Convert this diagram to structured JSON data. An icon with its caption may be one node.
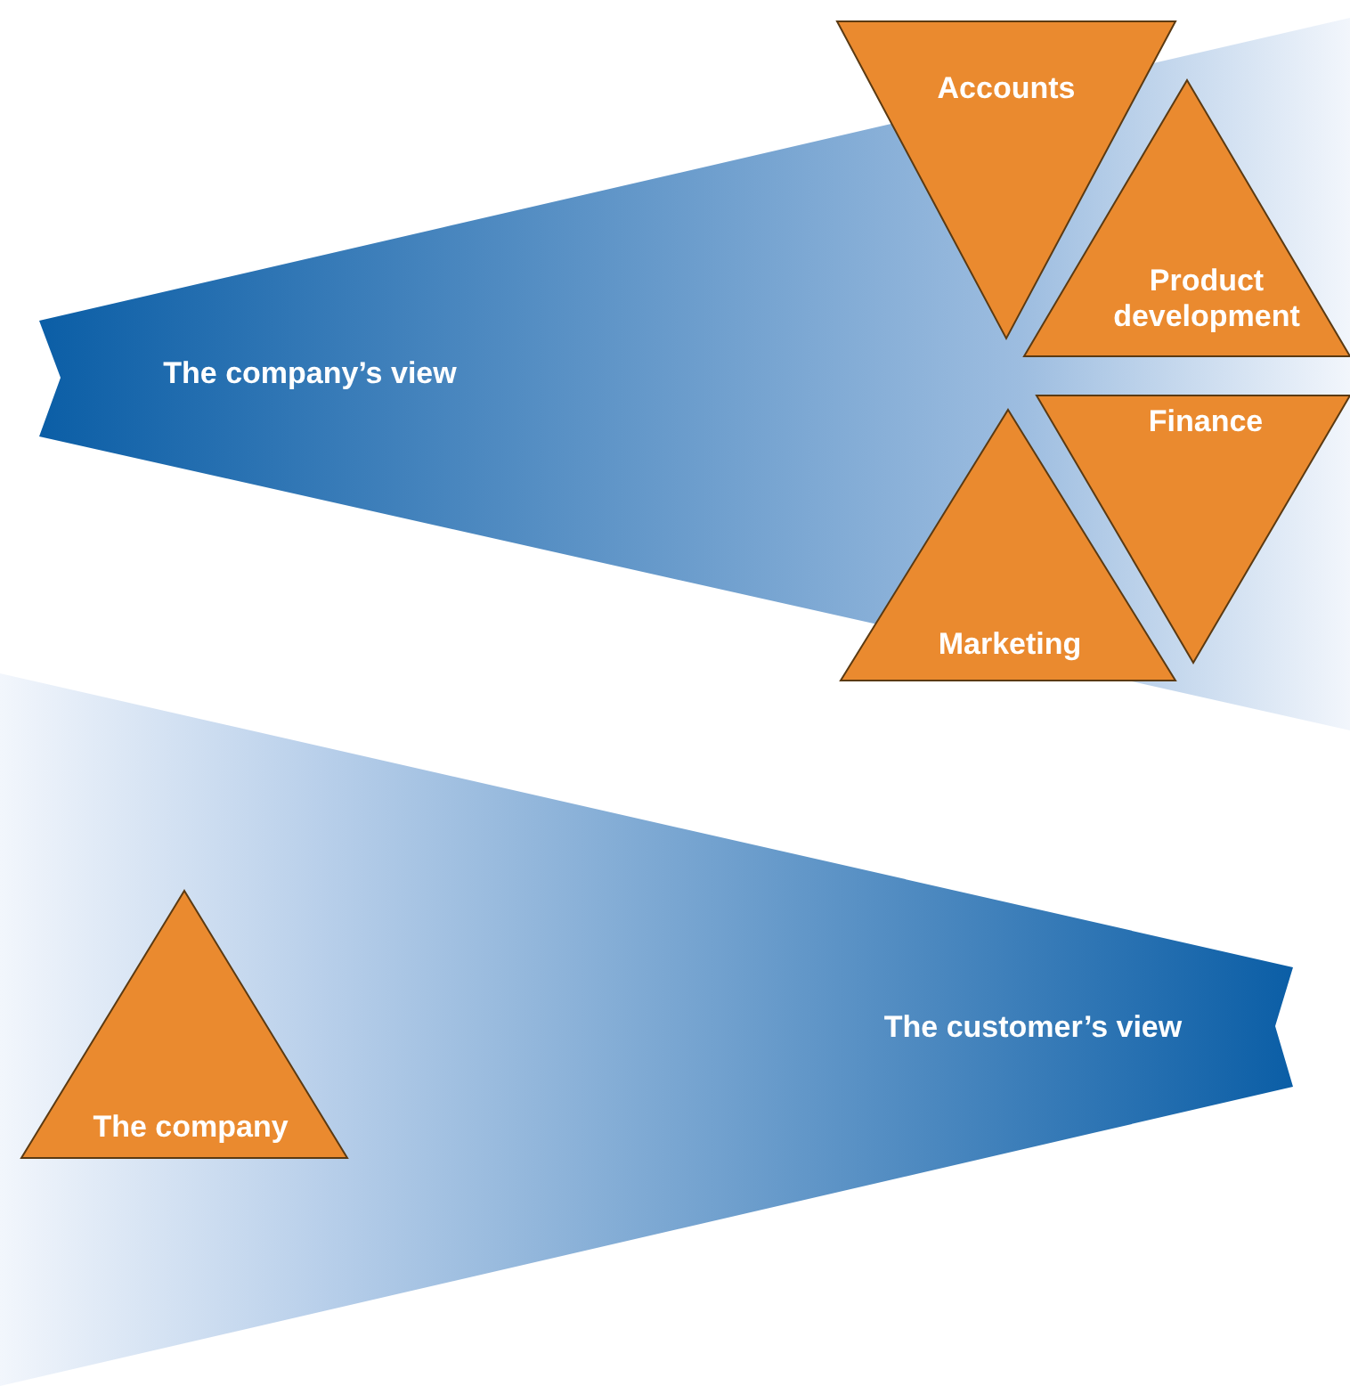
{
  "diagram": {
    "nodes": [
      {
        "text": [
          "The company’s view"
        ]
      },
      {
        "text": [
          "Accounts"
        ],
        "in": 0
      },
      {
        "text": [
          "Product development"
        ],
        "in": 0
      },
      {
        "text": [
          "Finance"
        ],
        "in": 0
      },
      {
        "text": [
          "Marketing"
        ],
        "in": 0
      },
      {
        "text": [
          "The customer’s view"
        ]
      },
      {
        "text": [
          "The company"
        ],
        "in": 5
      }
    ]
  }
}
